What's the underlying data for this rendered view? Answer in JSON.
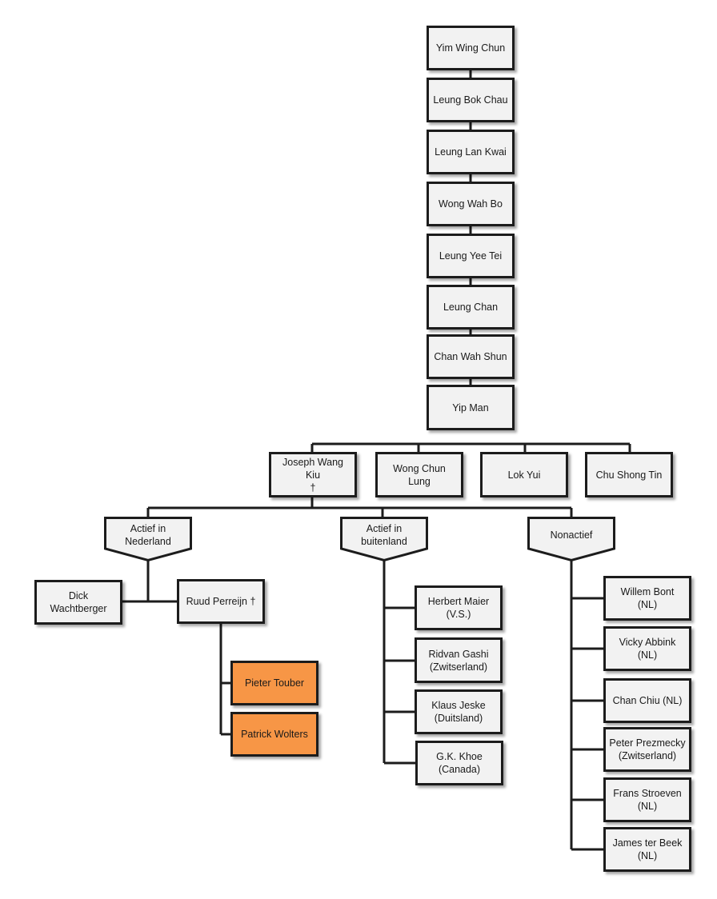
{
  "lineage": [
    "Yim Wing Chun",
    "Leung Bok Chau",
    "Leung Lan Kwai",
    "Wong Wah Bo",
    "Leung Yee Tei",
    "Leung Chan",
    "Chan Wah Shun",
    "Yip Man"
  ],
  "students": [
    "Joseph Wang Kiu\n†",
    "Wong Chun\nLung",
    "Lok Yui",
    "Chu Shong Tin"
  ],
  "groups": {
    "nederland": {
      "label": "Actief in\nNederland",
      "members": {
        "dick": "Dick\nWachtberger",
        "ruud": "Ruud Perreijn †"
      },
      "ruud_students": [
        "Pieter Touber",
        "Patrick Wolters"
      ]
    },
    "buitenland": {
      "label": "Actief in\nbuitenland",
      "members": [
        "Herbert Maier\n(V.S.)",
        "Ridvan Gashi\n(Zwitserland)",
        "Klaus Jeske\n(Duitsland)",
        "G.K. Khoe\n(Canada)"
      ]
    },
    "nonactief": {
      "label": "Nonactief",
      "members": [
        "Willem Bont\n(NL)",
        "Vicky Abbink\n(NL)",
        "Chan Chiu (NL)",
        "Peter Prezmecky\n(Zwitserland)",
        "Frans Stroeven\n(NL)",
        "James ter Beek\n(NL)"
      ]
    }
  },
  "colors": {
    "box_fill": "#f2f2f2",
    "highlight_fill": "#f79646",
    "line": "#1c1c1c"
  }
}
